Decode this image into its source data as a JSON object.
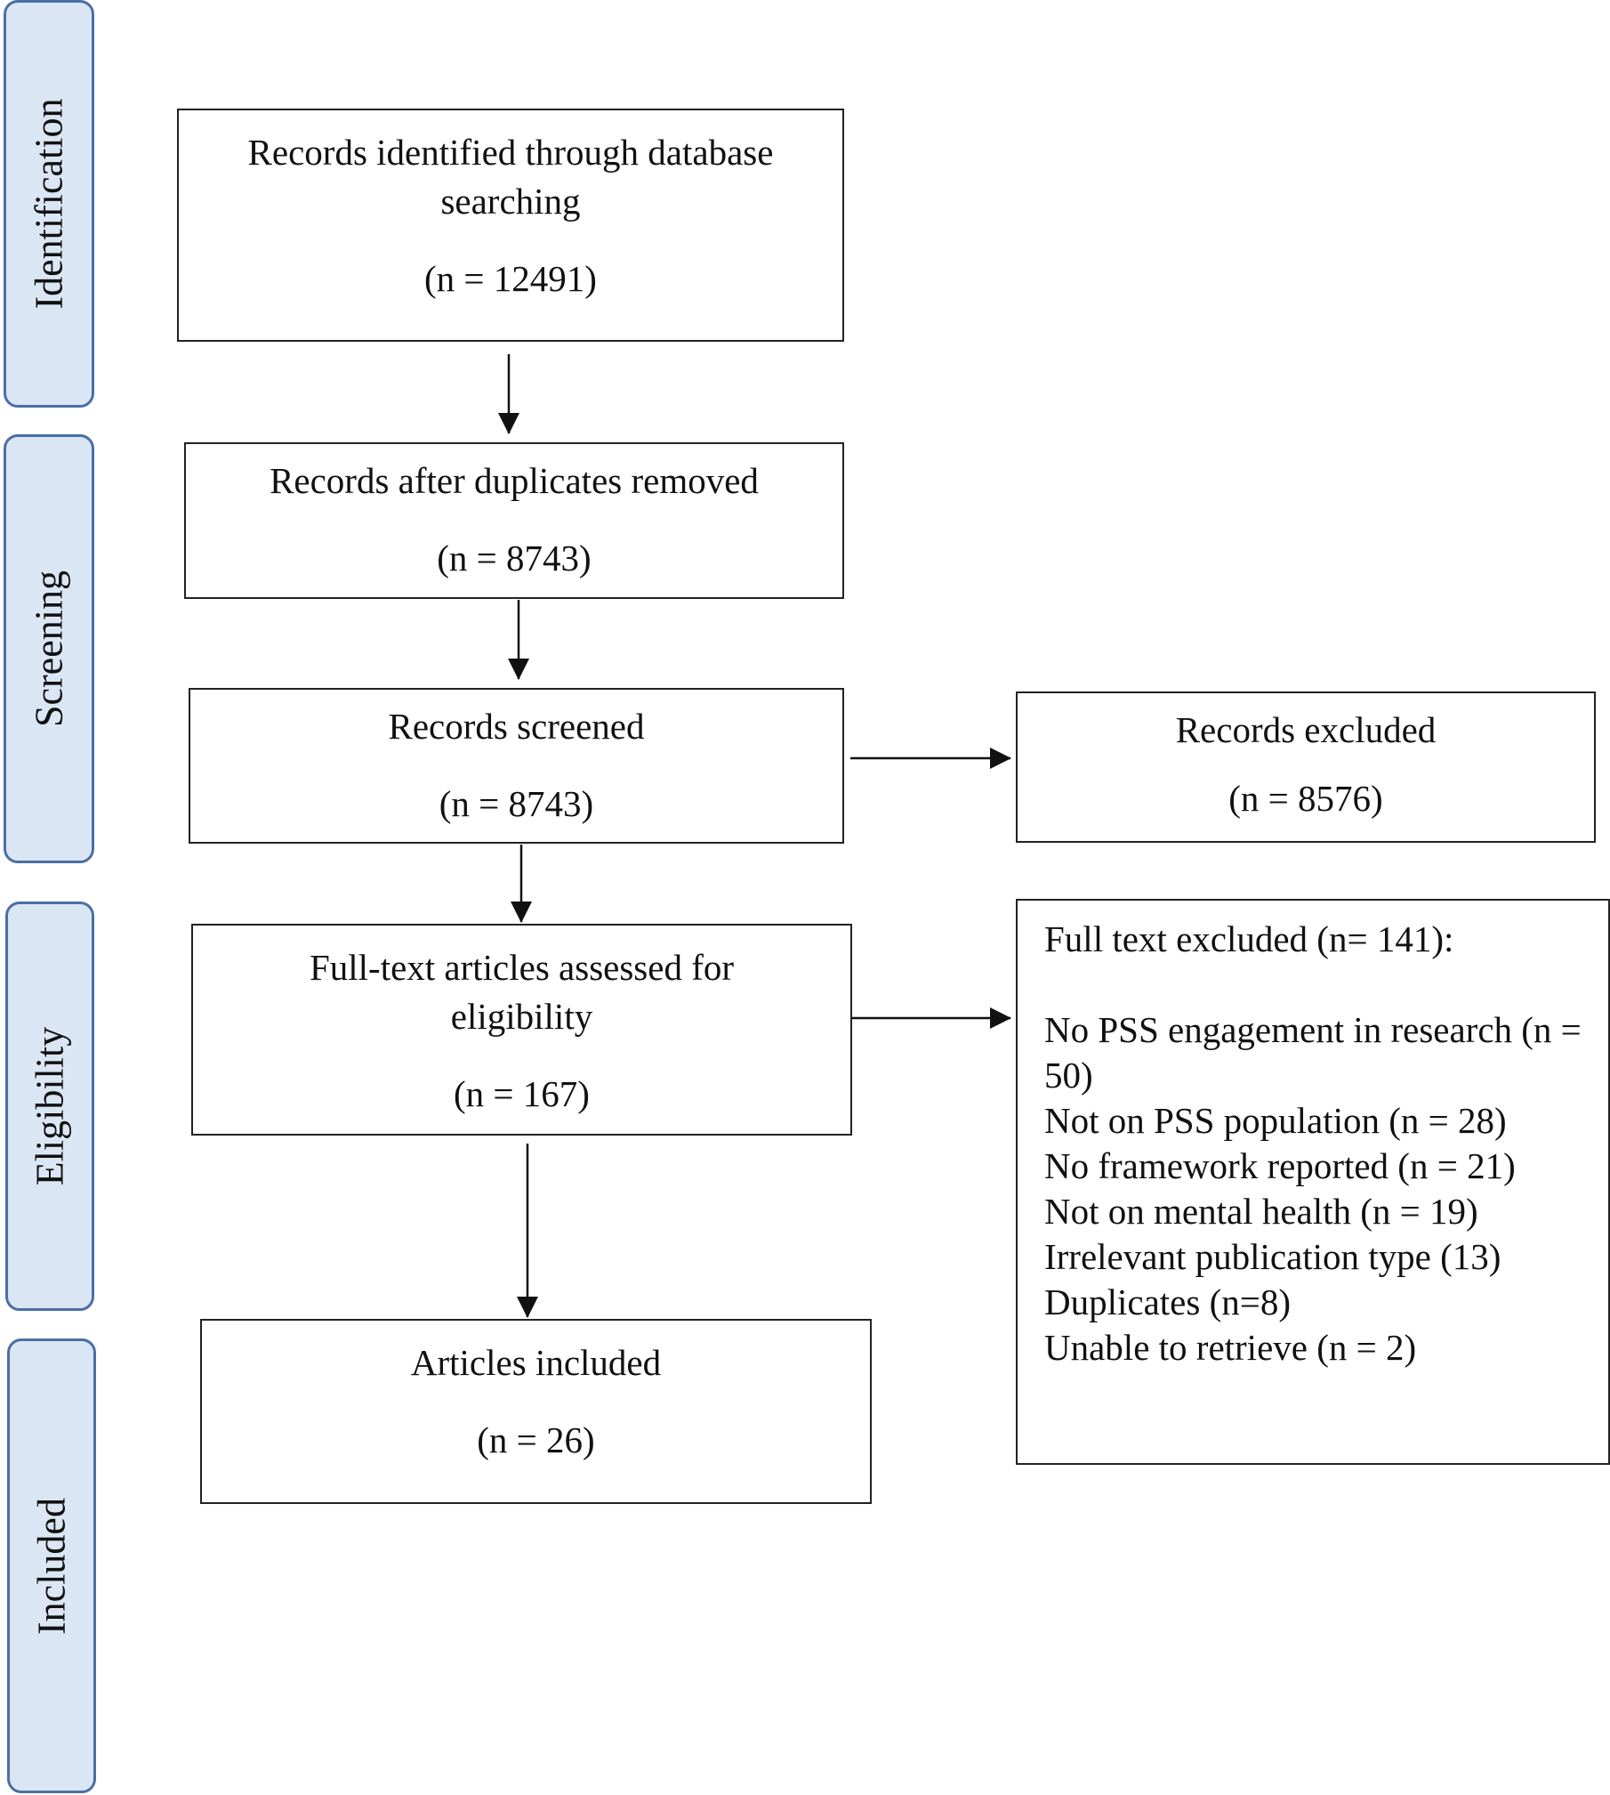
{
  "stages": {
    "identification": "Identification",
    "screening": "Screening",
    "eligibility": "Eligibility",
    "included": "Included"
  },
  "boxes": {
    "identified": {
      "title": "Records identified through database searching",
      "count": "(n = 12491)"
    },
    "deduplicated": {
      "title": "Records after duplicates removed",
      "count": "(n = 8743)"
    },
    "screened": {
      "title": "Records screened",
      "count": "(n = 8743)"
    },
    "excluded": {
      "title": "Records excluded",
      "count": "(n = 8576)"
    },
    "fulltext": {
      "title": "Full-text articles assessed for eligibility",
      "count": "(n = 167)"
    },
    "included": {
      "title": "Articles included",
      "count": "(n = 26)"
    }
  },
  "fulltext_excluded": {
    "heading": "Full text excluded (n= 141):",
    "reasons": [
      "No PSS engagement in research (n = 50)",
      "Not on PSS population (n = 28)",
      "No framework reported (n = 21)",
      "Not on mental health (n = 19)",
      "Irrelevant publication type (13)",
      "Duplicates (n=8)",
      "Unable to retrieve (n = 2)"
    ]
  }
}
